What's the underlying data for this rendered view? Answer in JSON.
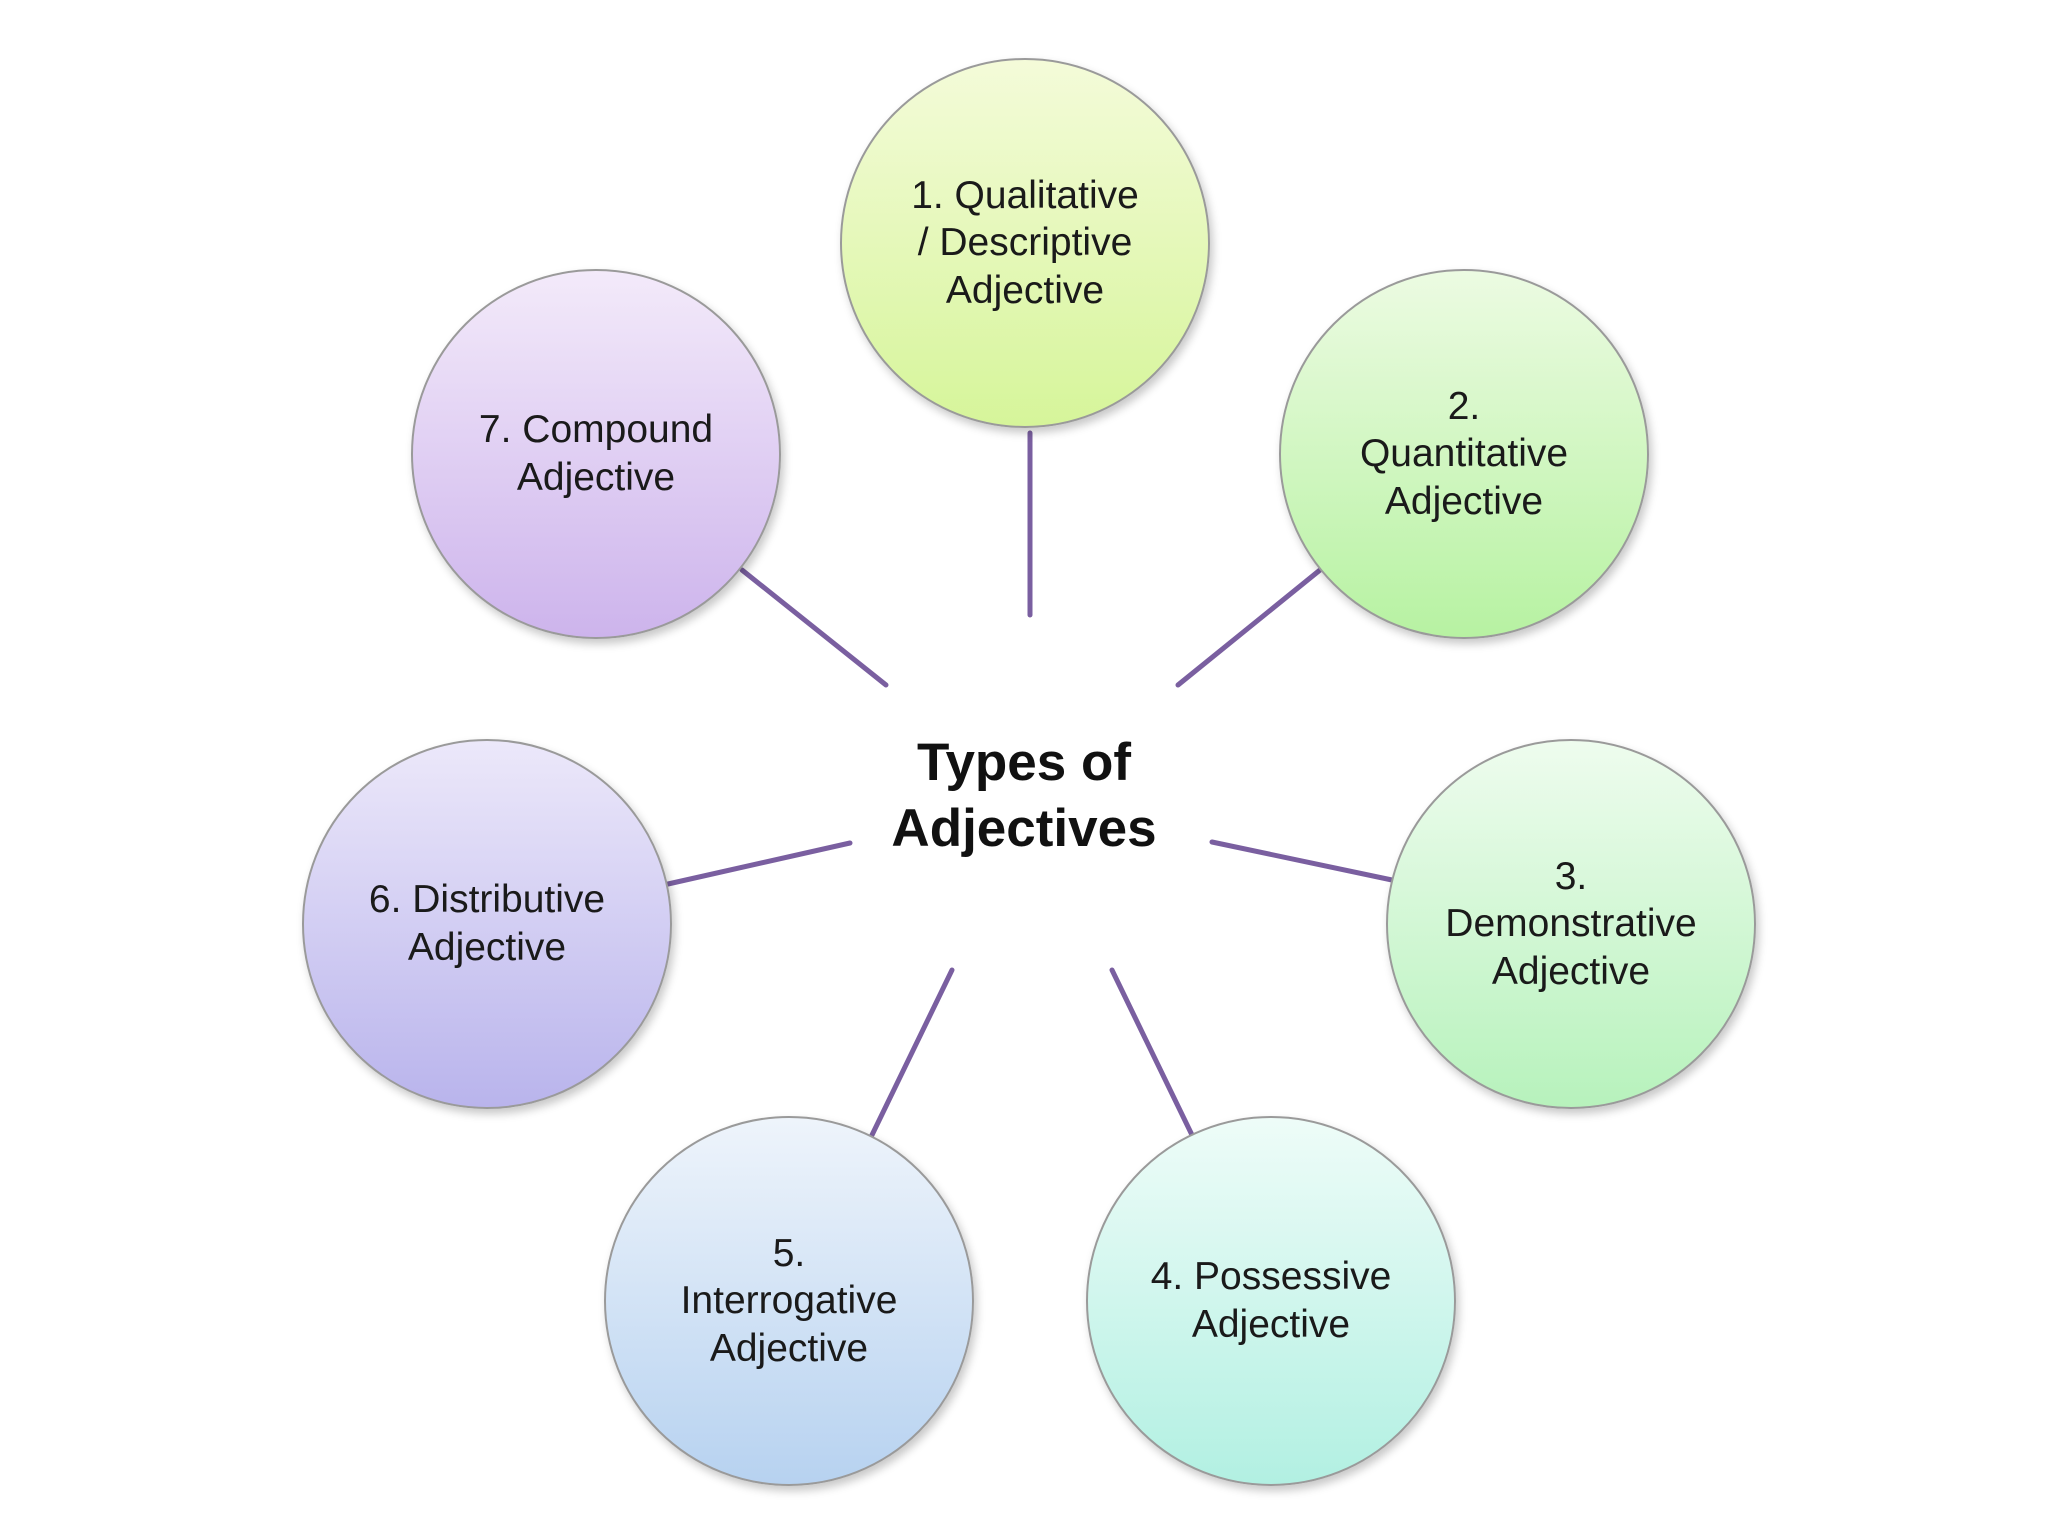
{
  "center": {
    "title": "Types of\nAdjectives"
  },
  "connector_color": "#7a5fa0",
  "nodes": [
    {
      "label": "1. Qualitative\n/ Descriptive\nAdjective",
      "color_top": "#f4fbd9",
      "color_bottom": "#d6f59a"
    },
    {
      "label": "2.\nQuantitative\nAdjective",
      "color_top": "#ecfbe2",
      "color_bottom": "#b7f2a2"
    },
    {
      "label": "3.\nDemonstrative\nAdjective",
      "color_top": "#eefcee",
      "color_bottom": "#b7f2bc"
    },
    {
      "label": "4. Possessive\nAdjective",
      "color_top": "#eefcf8",
      "color_bottom": "#b2f0e2"
    },
    {
      "label": "5.\nInterrogative\nAdjective",
      "color_top": "#eef4fb",
      "color_bottom": "#b7d2f0"
    },
    {
      "label": "6. Distributive\nAdjective",
      "color_top": "#ece8fa",
      "color_bottom": "#b9b4ec"
    },
    {
      "label": "7. Compound\nAdjective",
      "color_top": "#f3eafa",
      "color_bottom": "#cdb4ec"
    }
  ]
}
